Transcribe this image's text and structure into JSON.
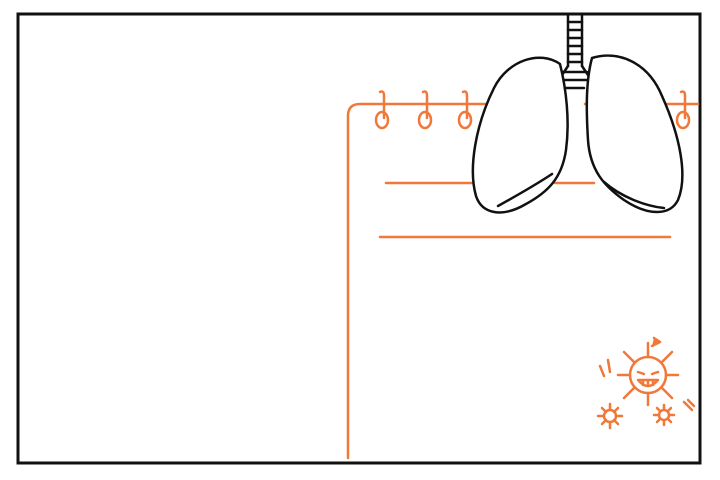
{
  "colors": {
    "background": "#ffffff",
    "frame": "#111111",
    "accent": "#f0793a"
  },
  "illustration": {
    "subject": "lungs",
    "notepad": {
      "binder_rings": 5,
      "ruled_lines": 3
    },
    "icons": [
      "lungs-icon",
      "germ-icon",
      "small-germ-icon"
    ]
  }
}
